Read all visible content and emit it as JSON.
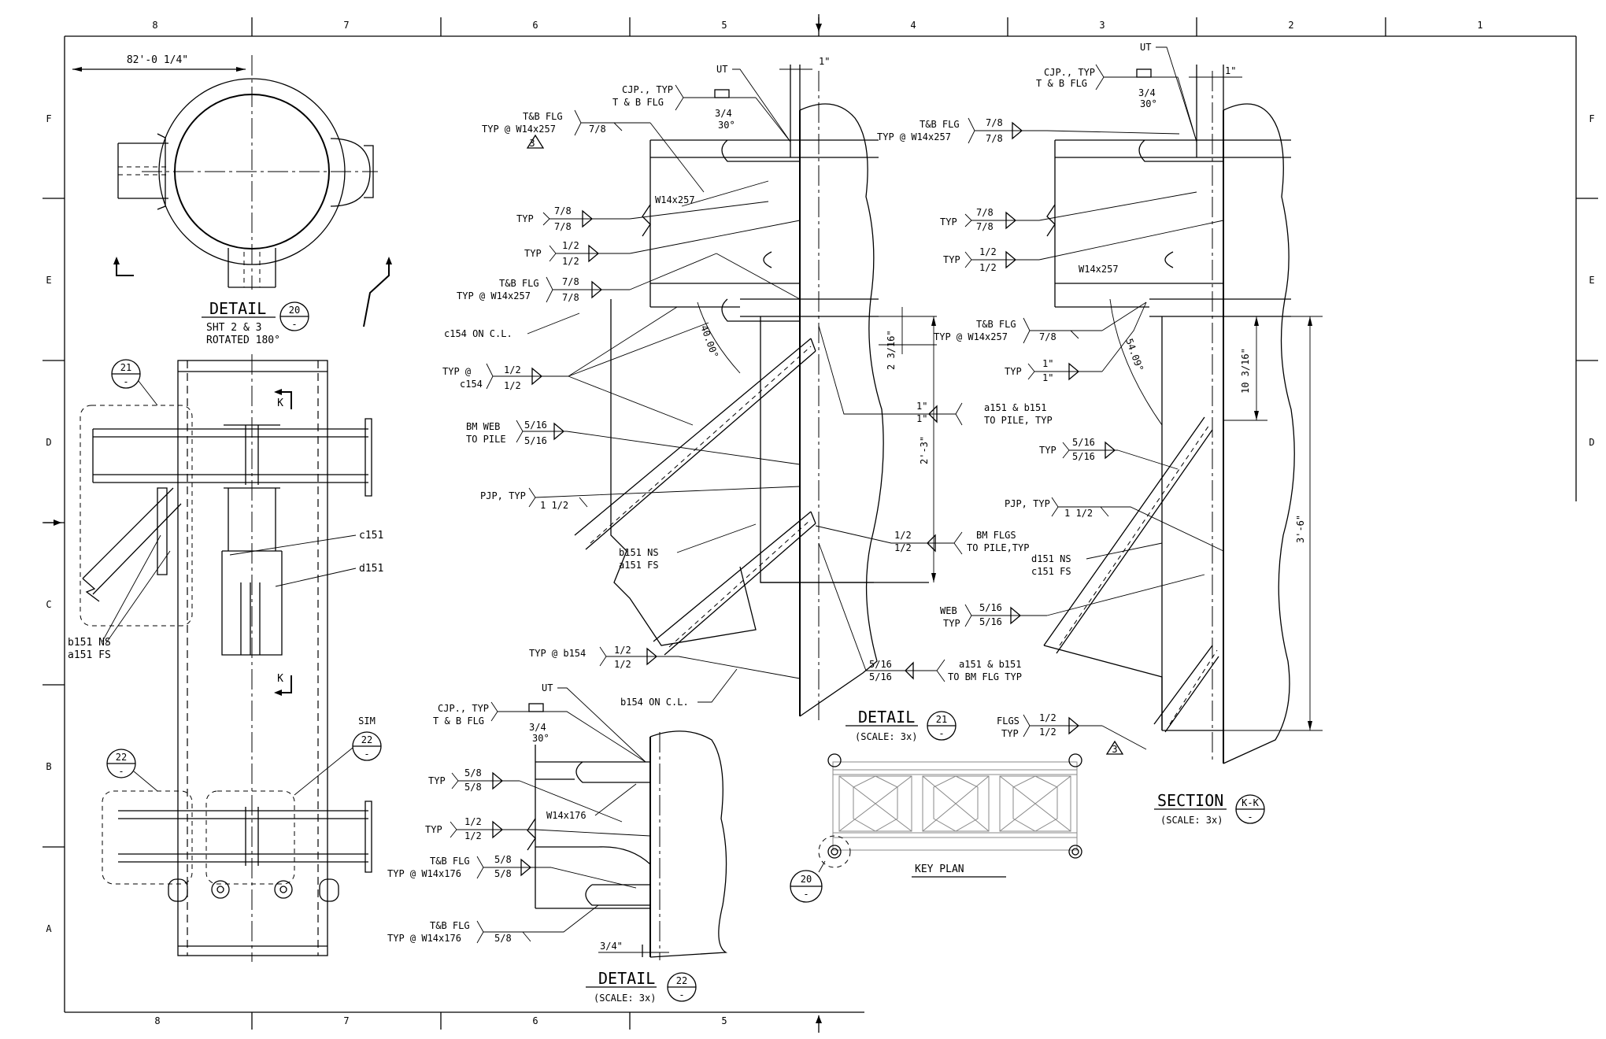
{
  "border": {
    "col_labels": [
      "8",
      "7",
      "6",
      "5",
      "4",
      "3",
      "2",
      "1"
    ],
    "row_labels": [
      "F",
      "E",
      "D",
      "C",
      "B",
      "A"
    ]
  },
  "detail20": {
    "dim_top": "82'-0 1/4\"",
    "title": "DETAIL",
    "bubble_num": "20",
    "bubble_sheet": "-",
    "note1": "SHT 2 & 3",
    "note2": "ROTATED 180°"
  },
  "elevation": {
    "bubble21": "21",
    "bubble21_sub": "-",
    "bubble22": "22",
    "bubble22_sub": "-",
    "sim": "SIM",
    "bubble_sim": "22",
    "bubble_sim_sub": "-",
    "k_top": "K",
    "k_bot": "K",
    "c151": "c151",
    "d151": "d151",
    "b151": "b151  NS",
    "a151": "a151  FS"
  },
  "detail21": {
    "cjp": "CJP., TYP",
    "tbflg": "T & B FLG",
    "ut": "UT",
    "bevel_num": "3/4",
    "bevel_ang": "30°",
    "one_in": "1\"",
    "w1_a": "T&B FLG",
    "w1_b": "TYP @ W14x257",
    "w1_c": "7/8",
    "rev": "3",
    "w14": "W14x257",
    "w2_a": "TYP",
    "w2_t": "7/8",
    "w2_b": "7/8",
    "w3_a": "TYP",
    "w3_t": "1/2",
    "w3_b": "1/2",
    "w4_a": "T&B FLG",
    "w4_b": "TYP @ W14x257",
    "w4_t": "7/8",
    "w4_bb": "7/8",
    "c154": "c154 ON C.L.",
    "ang": "40.00°",
    "dim1": "2 3/16\"",
    "w5_a": "TYP @",
    "w5_b": "c154",
    "w5_t": "1/2",
    "w5_bb": "1/2",
    "w6_a": "BM WEB",
    "w6_b": "TO PILE",
    "w6_t": "5/16",
    "w6_bb": "5/16",
    "w7_t": "1\"",
    "w7_b": "1\"",
    "w7_a": "a151 & b151",
    "w7_c": "TO PILE, TYP",
    "dim2": "2'-3\"",
    "pjp": "PJP, TYP",
    "pjp_v": "1 1/2",
    "b151": "b151  NS",
    "a151": "a151  FS",
    "w8_t": "1/2",
    "w8_b": "1/2",
    "w8_a": "BM FLGS",
    "w8_c": "TO PILE,TYP",
    "w9_a": "TYP @ b154",
    "w9_t": "1/2",
    "w9_b": "1/2",
    "w10_t": "5/16",
    "w10_b": "5/16",
    "w10_a": "a151 & b151",
    "w10_c": "TO BM FLG TYP",
    "b154": "b154 ON C.L.",
    "title": "DETAIL",
    "scale": "(SCALE: 3x)",
    "bubble_num": "21",
    "bubble_sheet": "-"
  },
  "sectionKK": {
    "ut": "UT",
    "cjp": "CJP., TYP",
    "tbflg": "T & B FLG",
    "bevel_num": "3/4",
    "bevel_ang": "30°",
    "one_in": "1\"",
    "w1_b": "T&B FLG",
    "w1_a": "TYP @ W14x257",
    "w1_t": "7/8",
    "w1_bb": "7/8",
    "w2_a": "TYP",
    "w2_t": "7/8",
    "w2_b": "7/8",
    "w3_a": "TYP",
    "w3_t": "1/2",
    "w3_b": "1/2",
    "w14": "W14x257",
    "w4_a": "T&B FLG",
    "w4_b": "TYP @ W14x257",
    "w4_t": "7/8",
    "w5_a": "TYP",
    "w5_t": "1\"",
    "w5_b": "1\"",
    "ang": "54.09°",
    "dim1": "10 3/16\"",
    "w6_a": "TYP",
    "w6_t": "5/16",
    "w6_b": "5/16",
    "pjp": "PJP, TYP",
    "pjp_v": "1 1/2",
    "d151": "d151  NS",
    "c151": "c151  FS",
    "dim2": "3'-6\"",
    "w7_a": "WEB",
    "w7_b": "TYP",
    "w7_t": "5/16",
    "w7_bb": "5/16",
    "w8_a": "FLGS",
    "w8_b": "TYP",
    "w8_t": "1/2",
    "w8_bb": "1/2",
    "rev": "3",
    "title": "SECTION",
    "scale": "(SCALE: 3x)",
    "bubble_num": "K-K",
    "bubble_sheet": "-"
  },
  "keyplan": {
    "title": "KEY PLAN",
    "bubble_num": "20",
    "bubble_sheet": "-"
  },
  "detail22": {
    "cjp": "CJP., TYP",
    "tbflg": "T & B FLG",
    "ut": "UT",
    "bevel_num": "3/4",
    "bevel_ang": "30°",
    "w1_a": "TYP",
    "w1_t": "5/8",
    "w1_b": "5/8",
    "w14": "W14x176",
    "w2_a": "TYP",
    "w2_t": "1/2",
    "w2_b": "1/2",
    "w3_a": "T&B FLG",
    "w3_b": "TYP @ W14x176",
    "w3_t": "5/8",
    "w3_bb": "5/8",
    "w4_a": "T&B FLG",
    "w4_b": "TYP @ W14x176",
    "w4_t": "5/8",
    "dim": "3/4\"",
    "title": "DETAIL",
    "scale": "(SCALE: 3x)",
    "bubble_num": "22",
    "bubble_sheet": "-"
  }
}
